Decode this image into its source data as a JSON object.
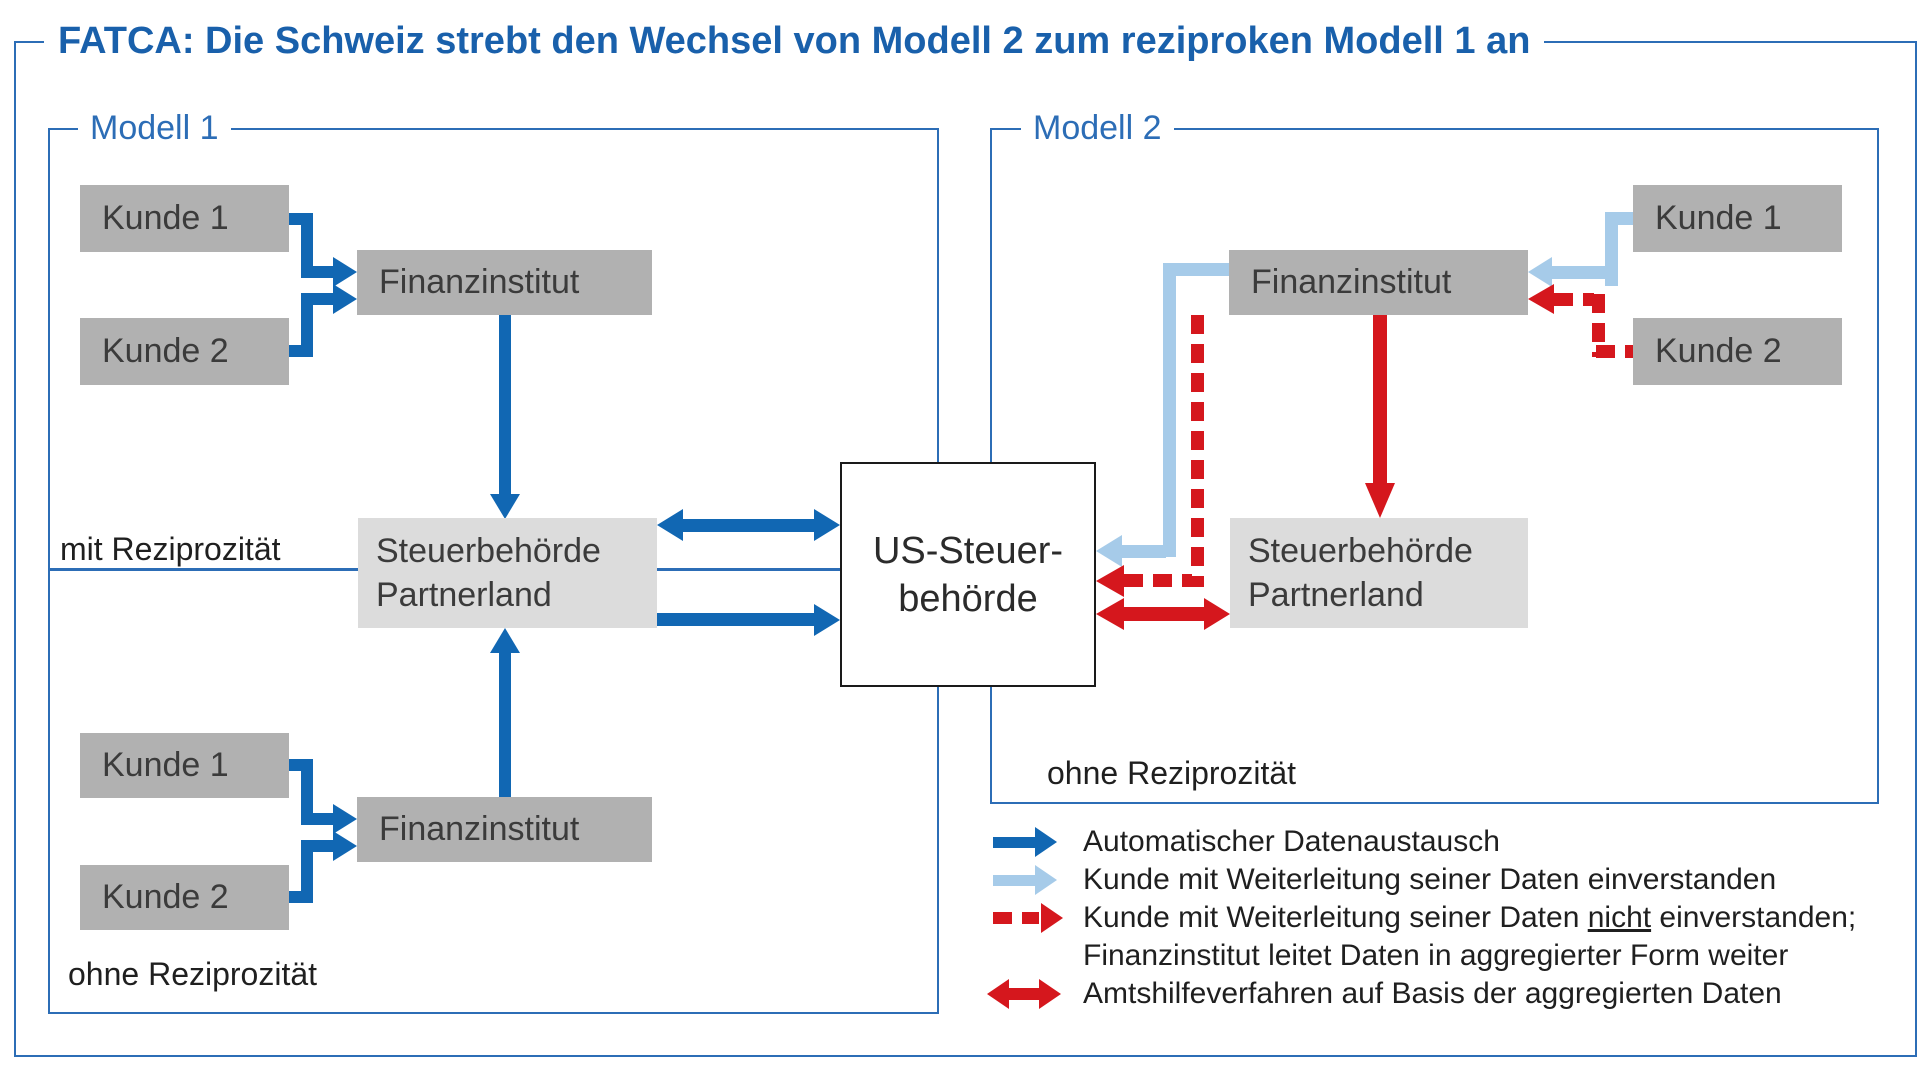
{
  "title": "FATCA: Die Schweiz strebt den Wechsel von Modell 2 zum reziproken Modell 1 an",
  "model1": {
    "label": "Modell 1",
    "reciprocity_top": "mit Reziprozität",
    "reciprocity_bottom": "ohne Reziprozität",
    "top": {
      "kunde1": "Kunde 1",
      "kunde2": "Kunde 2",
      "fi": "Finanzinstitut"
    },
    "bottom": {
      "kunde1": "Kunde 1",
      "kunde2": "Kunde 2",
      "fi": "Finanzinstitut"
    },
    "tax_authority": {
      "line1": "Steuerbehörde",
      "line2": "Partnerland"
    }
  },
  "model2": {
    "label": "Modell 2",
    "reciprocity": "ohne Reziprozität",
    "kunde1": "Kunde 1",
    "kunde2": "Kunde 2",
    "fi": "Finanzinstitut",
    "tax_authority": {
      "line1": "Steuerbehörde",
      "line2": "Partnerland"
    }
  },
  "us_authority": {
    "line1": "US-Steuer-",
    "line2": "behörde"
  },
  "legend": {
    "row1": "Automatischer Datenaustausch",
    "row2": "Kunde mit Weiterleitung seiner Daten einverstanden",
    "row3_before": "Kunde mit Weiterleitung seiner Daten ",
    "row3_underlined": "nicht",
    "row3_after": " einverstanden;",
    "row4": "Finanzinstitut leitet Daten in aggregierter Form weiter",
    "row5": "Amtshilfeverfahren auf Basis der aggregierten Daten"
  },
  "colors": {
    "title_blue": "#1960ab",
    "frame_blue": "#2c6db6",
    "arrow_blue": "#1167b3",
    "arrow_light_blue": "#a6cbe9",
    "arrow_red": "#d5171d",
    "box_dark_gray": "#b1b1b1",
    "box_light_gray": "#dcdcdc"
  }
}
